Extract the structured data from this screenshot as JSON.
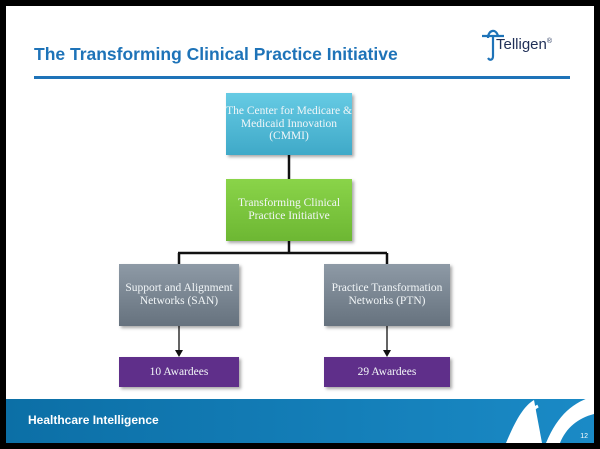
{
  "slide": {
    "title": "The Transforming Clinical Practice Initiative",
    "logo_text": "Telligen",
    "logo_mark": "®"
  },
  "org_chart": {
    "root": "The Center for Medicare & Medicaid Innovation (CMMI)",
    "initiative": "Transforming Clinical Practice Initiative",
    "branches": [
      {
        "label": "Support and Alignment Networks (SAN)",
        "awardees": "10 Awardees"
      },
      {
        "label": "Practice Transformation Networks (PTN)",
        "awardees": "29 Awardees"
      }
    ]
  },
  "footer": {
    "tagline": "Healthcare Intelligence",
    "page_number": "12"
  },
  "colors": {
    "title_blue": "#1e73b8",
    "cmmi_box": "#4bb6d4",
    "initiative_box": "#7cc63c",
    "network_box": "#77838f",
    "awardee_box": "#5f2f8a",
    "footer_blue": "#1280bb"
  }
}
